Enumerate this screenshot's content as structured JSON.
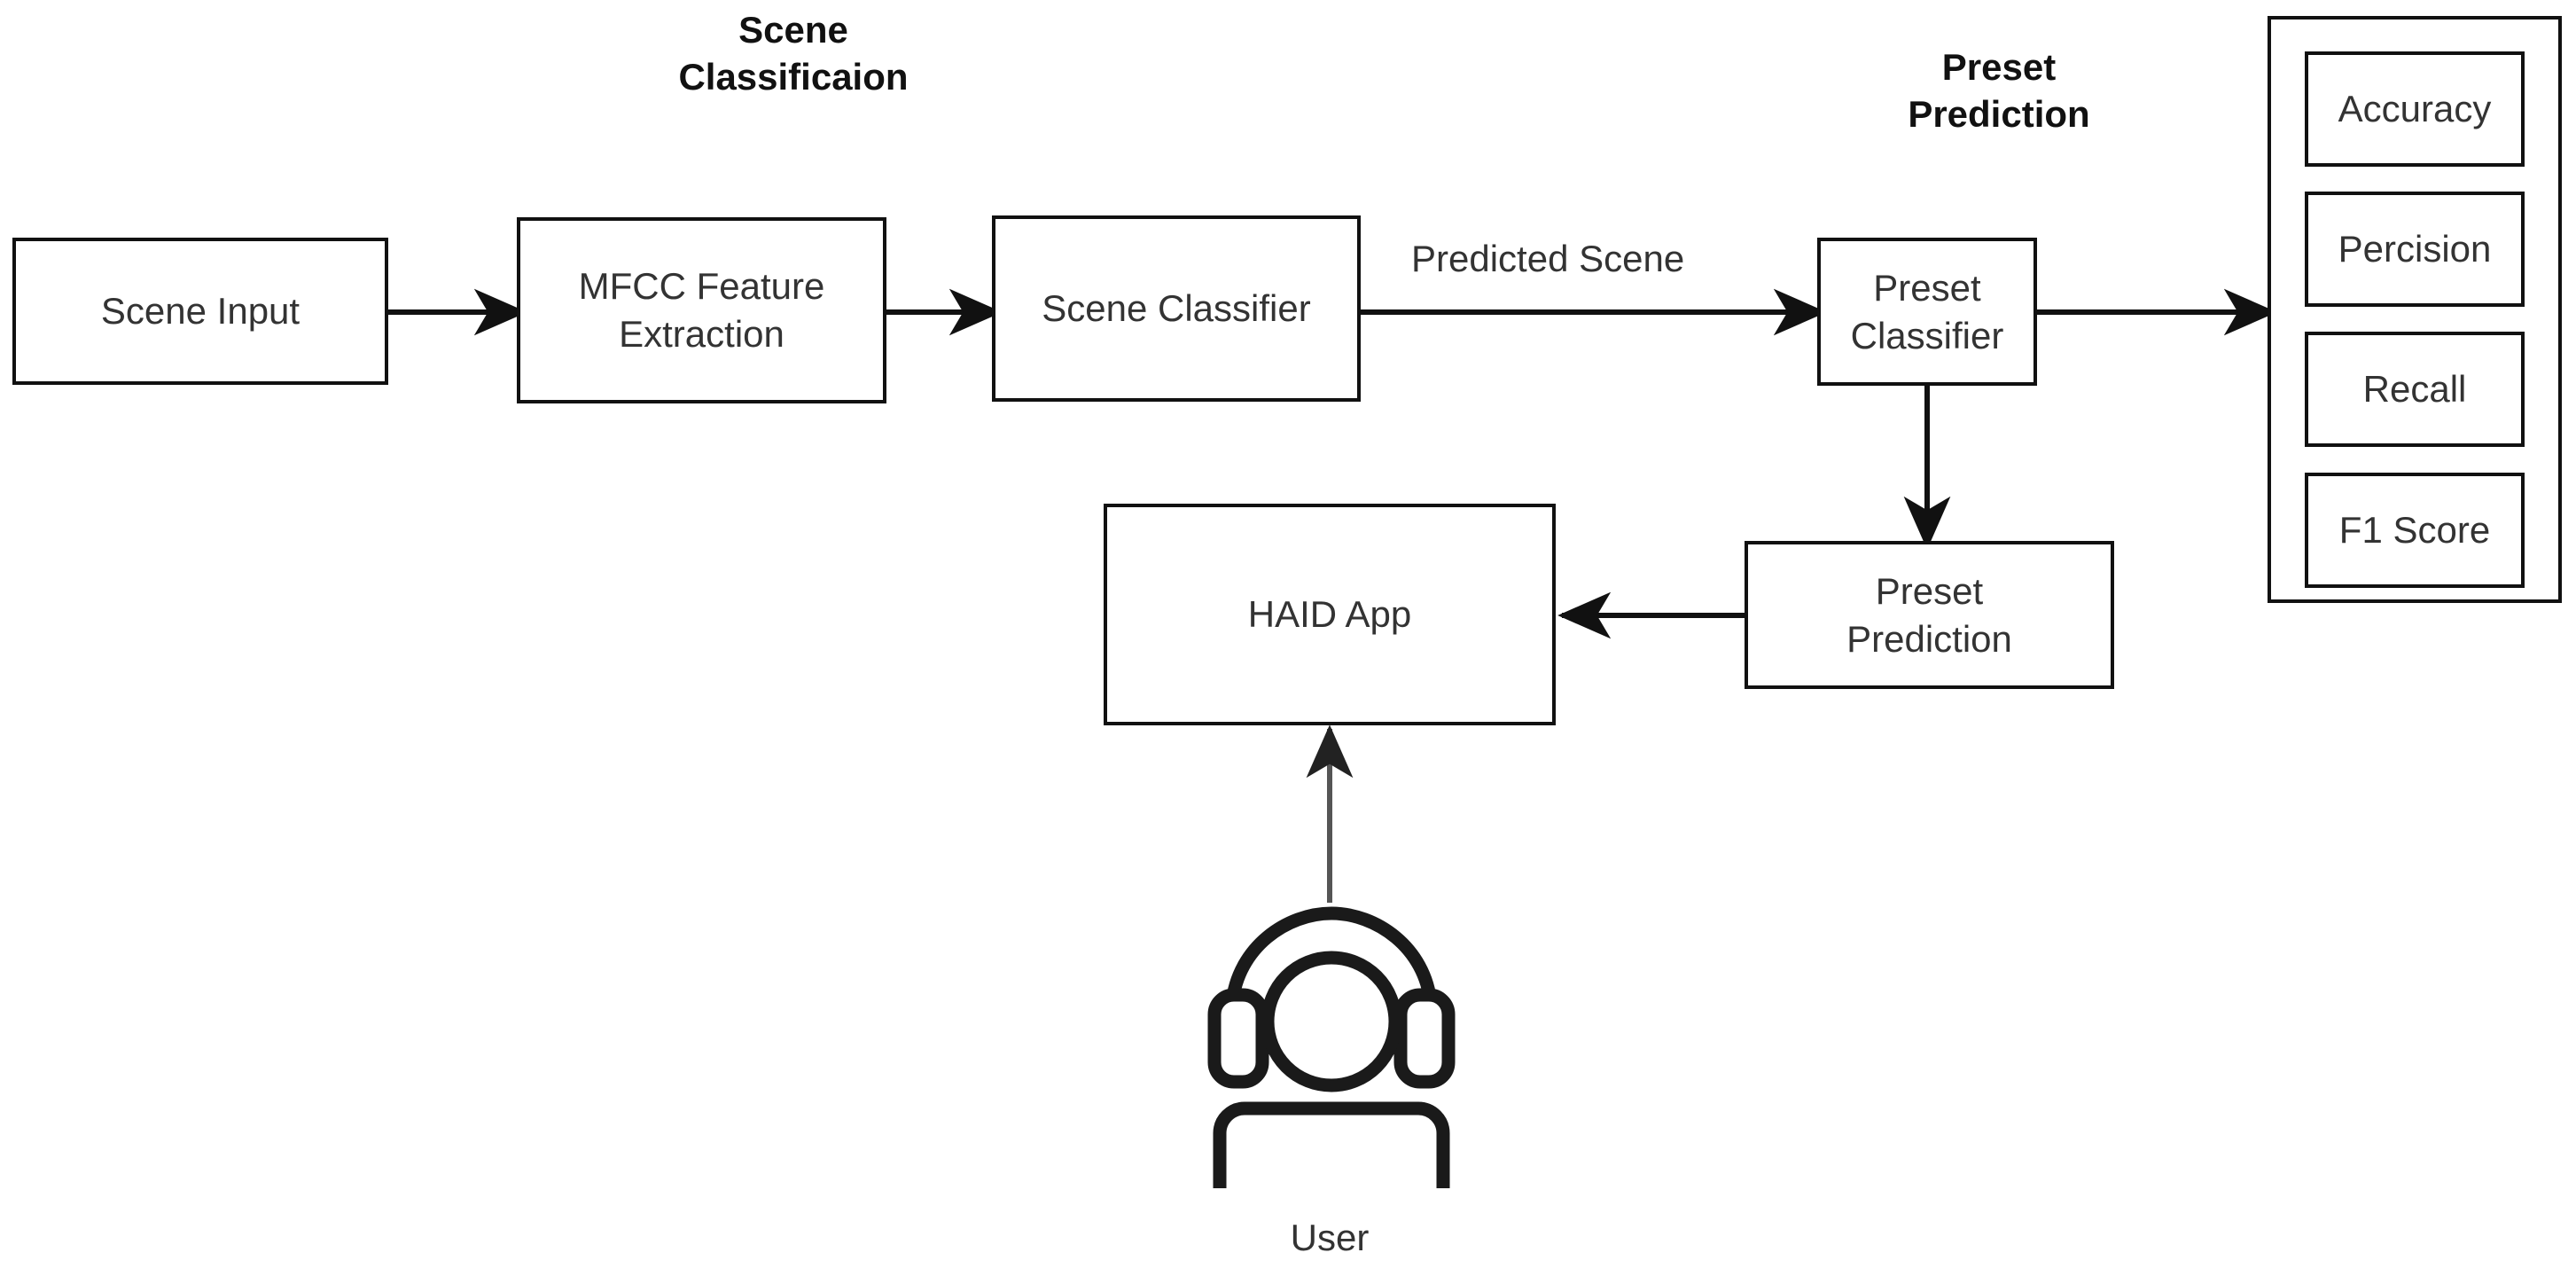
{
  "diagram": {
    "sections": [
      {
        "id": "scene-classification",
        "title": "Scene\nClassificaion"
      },
      {
        "id": "preset-prediction",
        "title": "Preset\nPrediction"
      }
    ],
    "nodes": [
      {
        "id": "scene-input",
        "label": "Scene Input"
      },
      {
        "id": "mfcc-extraction",
        "label": "MFCC Feature\nExtraction"
      },
      {
        "id": "scene-classifier",
        "label": "Scene Classifier"
      },
      {
        "id": "preset-classifier",
        "label": "Preset\nClassifier"
      },
      {
        "id": "preset-prediction-node",
        "label": "Preset\nPrediction"
      },
      {
        "id": "haid-app",
        "label": "HAID App"
      }
    ],
    "edge_labels": [
      {
        "id": "predicted-scene",
        "label": "Predicted Scene"
      }
    ],
    "metrics_panel": {
      "items": [
        {
          "id": "accuracy",
          "label": "Accuracy"
        },
        {
          "id": "percision",
          "label": "Percision"
        },
        {
          "id": "recall",
          "label": "Recall"
        },
        {
          "id": "f1-score",
          "label": "F1 Score"
        }
      ]
    },
    "actor": {
      "icon": "user-with-headphones-icon",
      "label": "User"
    },
    "colors": {
      "stroke": "#111111",
      "text": "#333333",
      "background": "#ffffff",
      "actor_arrow": "#555555"
    }
  }
}
